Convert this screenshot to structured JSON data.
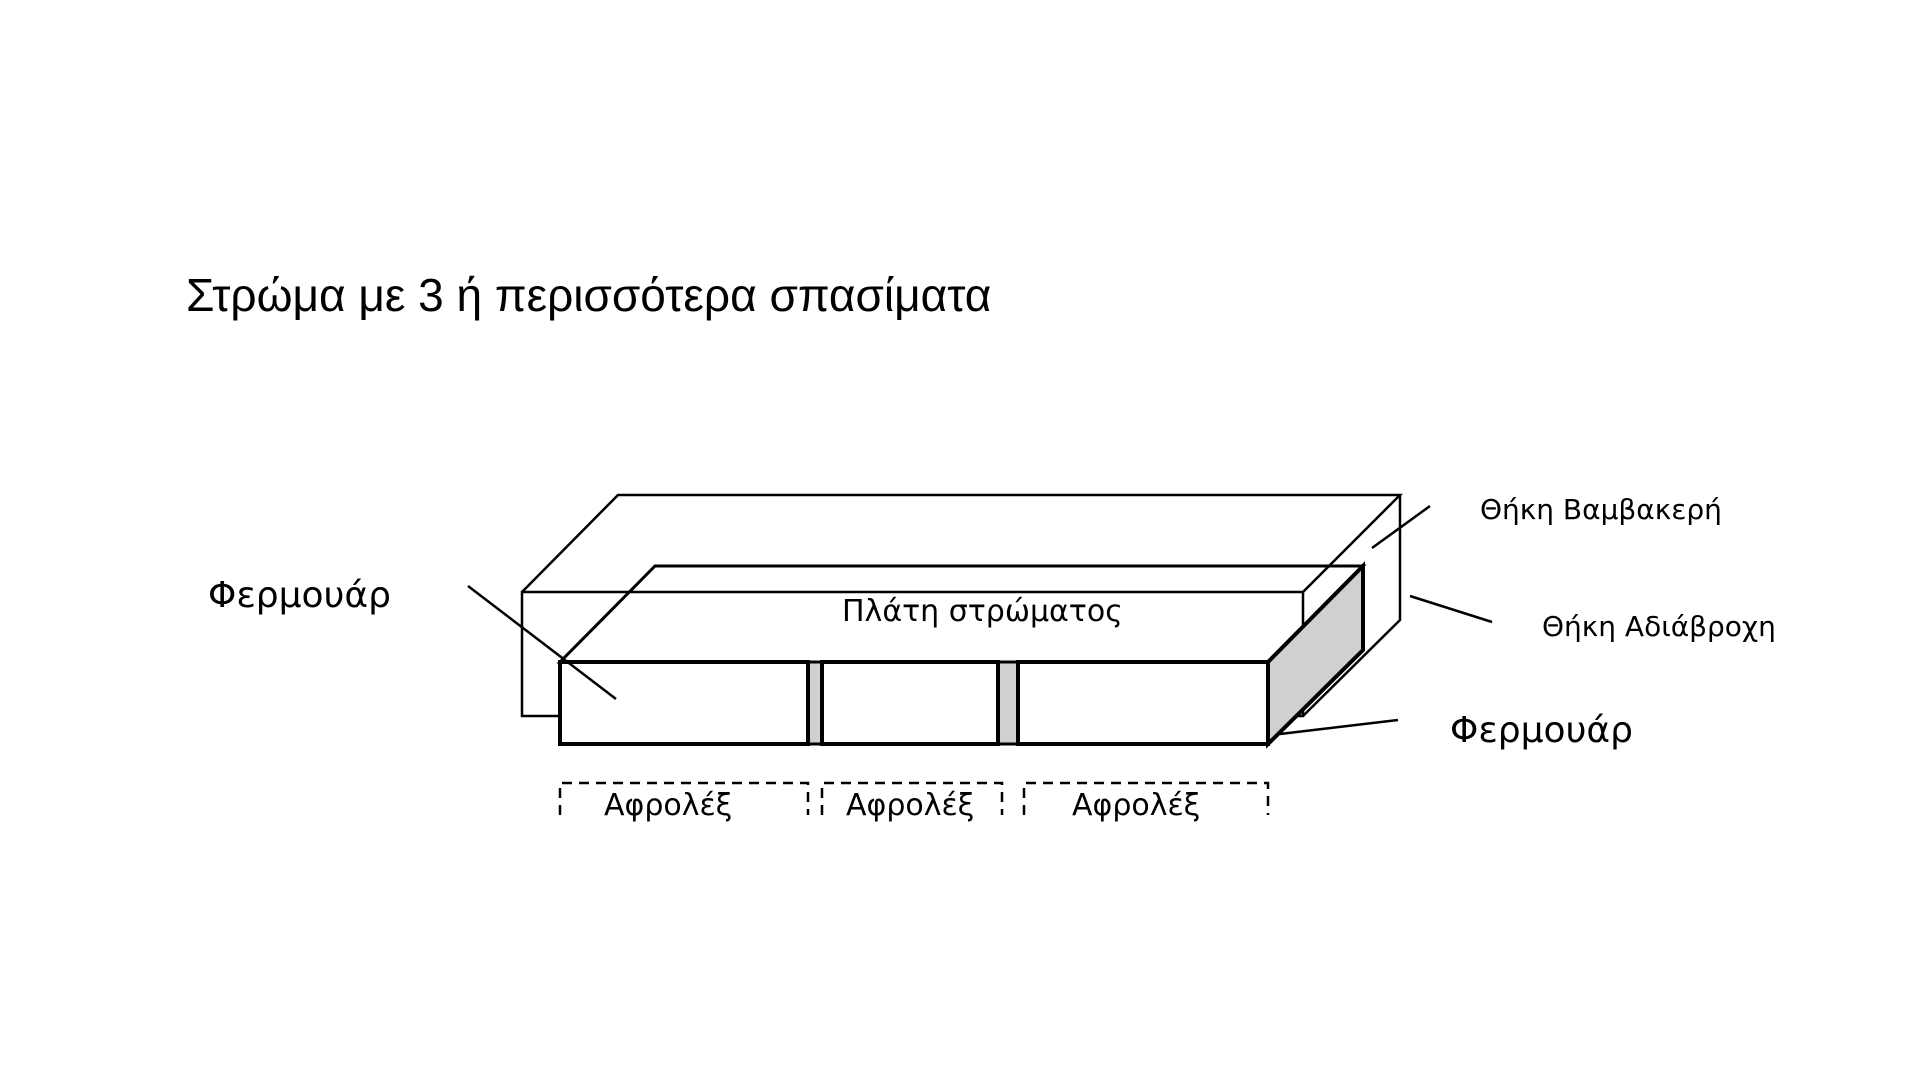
{
  "slide": {
    "title": "Στρώμα με 3 ή περισσότερα σπασίματα"
  },
  "diagram": {
    "top_surface_label": "Πλάτη στρώματος",
    "zipper_left_label": "Φερμουάρ",
    "zipper_right_label": "Φερμουάρ",
    "cotton_cover_label": "Θήκη Βαμβακερή",
    "waterproof_cover_label": "Θήκη Αδιάβροχη",
    "foam_labels": [
      "Αφρολέξ",
      "Αφρολέξ",
      "Αφρολέξ"
    ],
    "colors": {
      "stroke": "#000000",
      "side_face": "#d0d0d0",
      "background": "#ffffff"
    }
  }
}
